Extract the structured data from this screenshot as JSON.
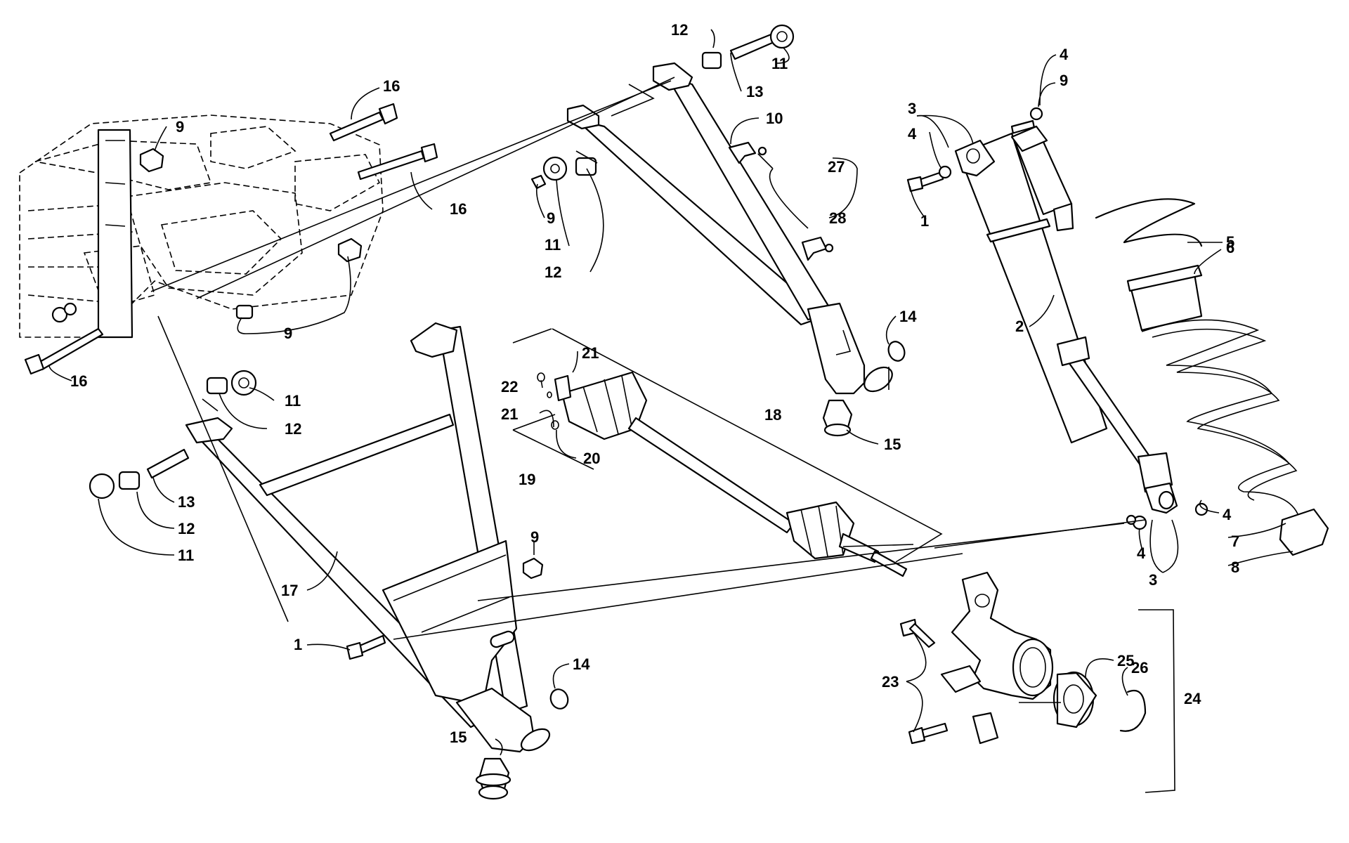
{
  "callouts": [
    {
      "id": "c16a",
      "text": "16"
    },
    {
      "id": "c9a",
      "text": "9"
    },
    {
      "id": "c16b",
      "text": "16"
    },
    {
      "id": "c9b",
      "text": "9"
    },
    {
      "id": "c16c",
      "text": "16"
    },
    {
      "id": "c11a",
      "text": "11"
    },
    {
      "id": "c12a",
      "text": "12"
    },
    {
      "id": "c13a",
      "text": "13"
    },
    {
      "id": "c12b",
      "text": "12"
    },
    {
      "id": "c11b",
      "text": "11"
    },
    {
      "id": "c17",
      "text": "17"
    },
    {
      "id": "c1a",
      "text": "1"
    },
    {
      "id": "c9c",
      "text": "9"
    },
    {
      "id": "c14a",
      "text": "14"
    },
    {
      "id": "c15a",
      "text": "15"
    },
    {
      "id": "c12c",
      "text": "12"
    },
    {
      "id": "c11c",
      "text": "11"
    },
    {
      "id": "c13b",
      "text": "13"
    },
    {
      "id": "c9d",
      "text": "9"
    },
    {
      "id": "c11d",
      "text": "11"
    },
    {
      "id": "c12d",
      "text": "12"
    },
    {
      "id": "c10",
      "text": "10"
    },
    {
      "id": "c27",
      "text": "27"
    },
    {
      "id": "c28",
      "text": "28"
    },
    {
      "id": "c14b",
      "text": "14"
    },
    {
      "id": "c15b",
      "text": "15"
    },
    {
      "id": "c21a",
      "text": "21"
    },
    {
      "id": "c22",
      "text": "22"
    },
    {
      "id": "c21b",
      "text": "21"
    },
    {
      "id": "c20",
      "text": "20"
    },
    {
      "id": "c19",
      "text": "19"
    },
    {
      "id": "c18",
      "text": "18"
    },
    {
      "id": "c3a",
      "text": "3"
    },
    {
      "id": "c4a",
      "text": "4"
    },
    {
      "id": "c4b",
      "text": "4"
    },
    {
      "id": "c9e",
      "text": "9"
    },
    {
      "id": "c1b",
      "text": "1"
    },
    {
      "id": "c2",
      "text": "2"
    },
    {
      "id": "c5",
      "text": "5"
    },
    {
      "id": "c6",
      "text": "6"
    },
    {
      "id": "c4c",
      "text": "4"
    },
    {
      "id": "c4d",
      "text": "4"
    },
    {
      "id": "c3b",
      "text": "3"
    },
    {
      "id": "c7",
      "text": "7"
    },
    {
      "id": "c8",
      "text": "8"
    },
    {
      "id": "c23",
      "text": "23"
    },
    {
      "id": "c25",
      "text": "25"
    },
    {
      "id": "c26",
      "text": "26"
    },
    {
      "id": "c24",
      "text": "24"
    }
  ]
}
